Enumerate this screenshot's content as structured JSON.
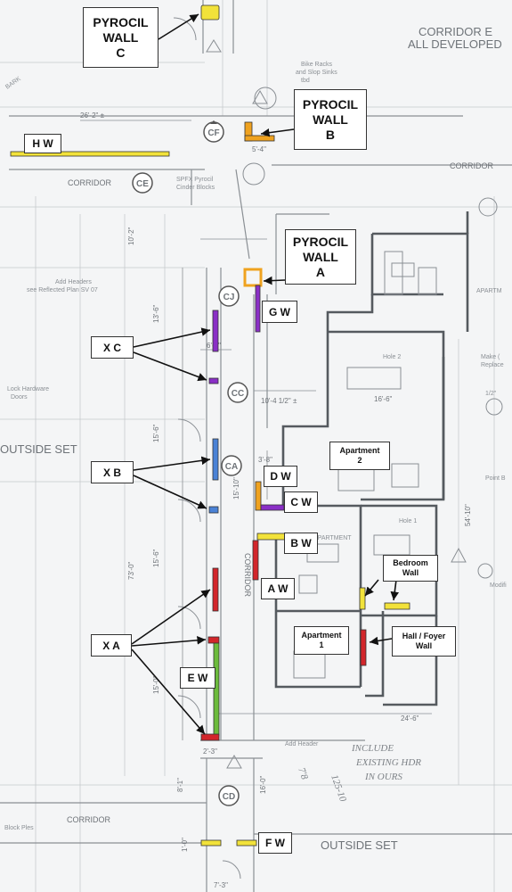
{
  "colors": {
    "yellow": "#f2e23a",
    "orange": "#efa21f",
    "purple": "#8a2fc6",
    "blue": "#4a82d6",
    "red": "#d2262b",
    "green": "#6cbb3c",
    "line": "#8a8f94",
    "wall": "#555a5f"
  },
  "callouts": {
    "pyrocil_c": "PYROCIL\nWALL\nC",
    "pyrocil_b": "PYROCIL\nWALL\nB",
    "pyrocil_a": "PYROCIL\nWALL\nA",
    "hw": "H W",
    "gw": "G W",
    "xc": "X C",
    "xb": "X B",
    "xa": "X A",
    "dw": "D W",
    "cw": "C W",
    "bw": "B W",
    "aw": "A W",
    "ew": "E W",
    "fw": "F W",
    "apartment2": "Apartment\n2",
    "apartment1": "Apartment\n1",
    "bedroom_wall": "Bedroom\nWall",
    "hall_foyer_wall": "Hall / Foyer\nWall"
  },
  "circles": {
    "cf": "CF",
    "ce": "CE",
    "cj": "CJ",
    "cc": "CC",
    "ca": "CA",
    "cd": "CD"
  },
  "plan_text": {
    "corridor_top_right_1": "CORRIDOR E",
    "corridor_top_right_2": "ALL DEVELOPED",
    "corridor_upper": "CORRIDOR",
    "corridor_right": "CORRIDOR",
    "corridor_vertical": "CORRIDOR",
    "corridor_bottom": "CORRIDOR",
    "outside_set_left": "OUTSIDE SET",
    "outside_set_bottom": "OUTSIDE SET",
    "dim_26_2": "26'-2\" ±",
    "dim_24_6": "24'-6\"",
    "dim_16_6": "16'-6\"",
    "dim_10_4": "10'-4 1/2\" ±",
    "dim_6_0": "6'-0\"",
    "dim_5_4": "5'-4\"",
    "dim_73_0": "73'-0\"",
    "dim_54_10": "54'-10\"",
    "dim_15_6a": "15'-6\"",
    "dim_15_6b": "15'-6\"",
    "dim_15_0": "15'-0\"",
    "dim_13_6": "13'-6\"",
    "dim_15_10": "15'-10\"",
    "dim_16_0": "16'-0\"",
    "dim_10_2": "10'-2\"",
    "dim_7_3": "7'-3\"",
    "dim_2_3": "2'-3\"",
    "dim_8_1": "8'-1\"",
    "dim_1_0": "1'-0\"",
    "dim_3_8": "3'-8\"",
    "note_spfx": "SPFX Pyrocil",
    "note_cinder": "Cinder Blocks",
    "note_bike": "Bike Racks",
    "note_slop": "and Slop Sinks",
    "note_tbd": "tbd",
    "note_headers": "Add Headers",
    "note_reflected": "see Reflected Plan SV 07",
    "note_lock": "Lock Hardware",
    "note_doors": "Doors",
    "note_add_header": "Add Header",
    "note_block": "Block Ples",
    "note_hole2": "Hole 2",
    "note_hole1": "Hole 1",
    "note_apartment": "APARTMENT",
    "note_apart3": "APARTM",
    "note_make": "Make (",
    "note_replace": "Replace",
    "note_point": "Point B",
    "note_modif": "Modifi",
    "note_half": "1/2\"",
    "note_bark": "BARK",
    "handwrite_1": "INCLUDE",
    "handwrite_2": "EXISTING HDR",
    "handwrite_3": "IN OURS",
    "handwrite_4": "7'8",
    "handwrite_5": "125-10"
  }
}
